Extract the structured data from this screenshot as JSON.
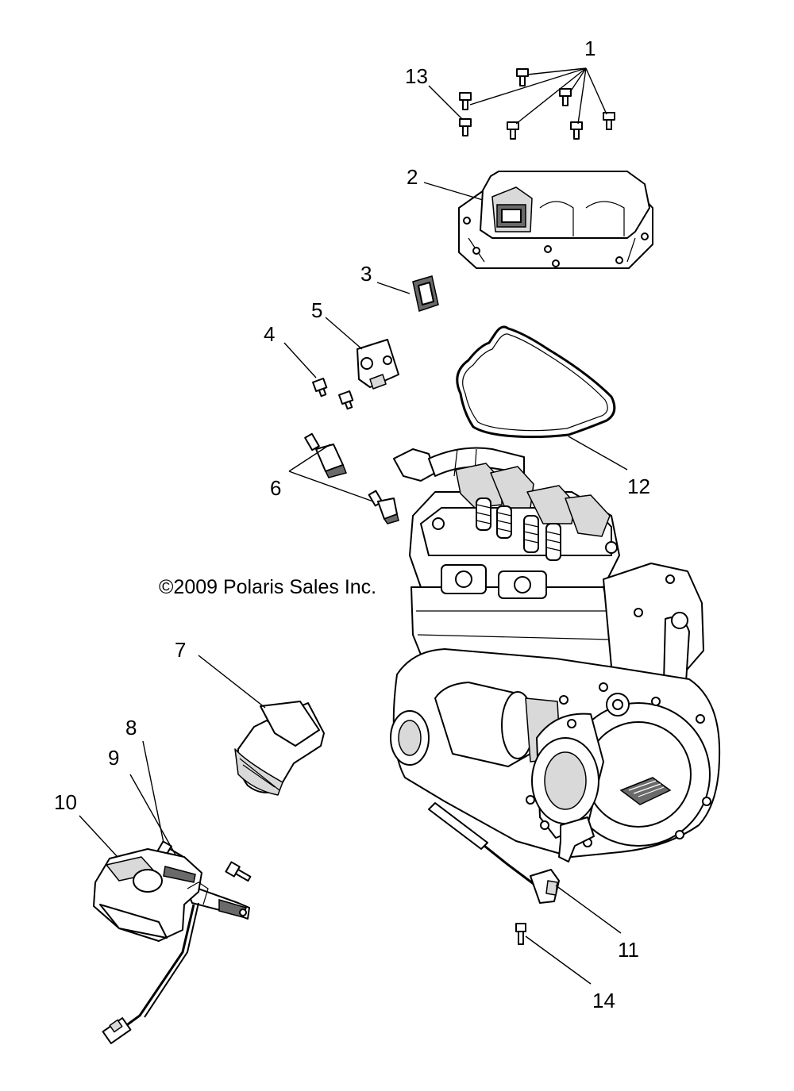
{
  "copyright": "©2009 Polaris Sales Inc.",
  "callouts": {
    "c1": "1",
    "c2": "2",
    "c3": "3",
    "c4": "4",
    "c5": "5",
    "c6": "6",
    "c7": "7",
    "c8": "8",
    "c9": "9",
    "c10": "10",
    "c11": "11",
    "c12": "12",
    "c13": "13",
    "c14": "14"
  }
}
